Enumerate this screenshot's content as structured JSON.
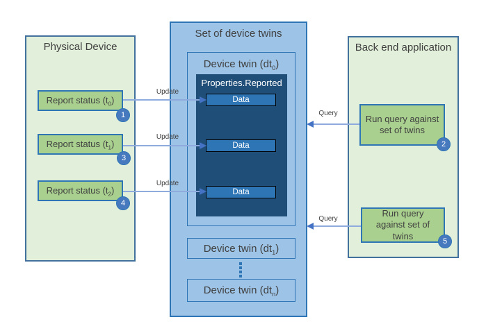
{
  "physical_device": {
    "title": "Physical Device"
  },
  "report_status": [
    {
      "pre": "Report status (t",
      "sub": "0",
      "post": ")",
      "badge": "1"
    },
    {
      "pre": "Report status (t",
      "sub": "1",
      "post": ")",
      "badge": "3"
    },
    {
      "pre": "Report status (t",
      "sub": "2",
      "post": ")",
      "badge": "4"
    }
  ],
  "twin_set": {
    "title": "Set of device twins",
    "twin0": {
      "pre": "Device twin (dt",
      "sub": "0",
      "post": ")"
    },
    "properties": {
      "title": "Properties.Reported"
    },
    "data_items": [
      "Data",
      "Data",
      "Data"
    ],
    "twin1": {
      "pre": "Device twin (dt",
      "sub": "1",
      "post": ")"
    },
    "twinN": {
      "pre": "Device twin (dt",
      "sub": "n",
      "post": ")"
    }
  },
  "backend": {
    "title": "Back end application",
    "queries": [
      {
        "label": "Run query against set of twins",
        "badge": "2"
      },
      {
        "label": "Run query against set of twins",
        "badge": "5"
      }
    ]
  },
  "arrows": {
    "update": [
      "Update",
      "Update",
      "Update"
    ],
    "query": [
      "Query",
      "Query"
    ]
  },
  "colors": {
    "panel_green": "#E2EFDA",
    "box_green": "#A9D08E",
    "panel_blue": "#9DC3E6",
    "navy": "#1F4E79",
    "data_blue": "#2E75B6",
    "badge_blue": "#4779BE",
    "arrow_line": "#8FAADC",
    "arrow_head": "#4472C4",
    "border_steel": "#41719C",
    "border_blue": "#2E75B6"
  }
}
